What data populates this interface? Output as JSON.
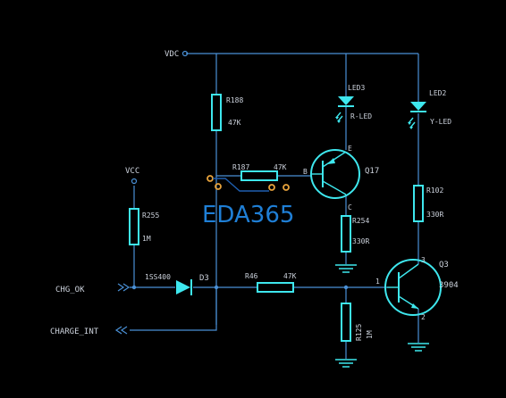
{
  "nets": {
    "vdc": "VDC",
    "vcc": "VCC",
    "chg_ok": "CHG_OK",
    "charge_int": "CHARGE_INT"
  },
  "components": {
    "r188": {
      "ref": "R188",
      "value": "47K"
    },
    "r187": {
      "ref": "R187",
      "value": "47K"
    },
    "r255": {
      "ref": "R255",
      "value": "1M"
    },
    "d3": {
      "ref": "D3",
      "part": "1SS400"
    },
    "r46": {
      "ref": "R46",
      "value": "47K"
    },
    "r125": {
      "ref": "R125",
      "value": "1M"
    },
    "led3": {
      "ref": "LED3",
      "value": "R-LED"
    },
    "led2": {
      "ref": "LED2",
      "value": "Y-LED"
    },
    "q17": {
      "ref": "Q17",
      "pin_b": "B",
      "pin_e": "E",
      "pin_c": "C"
    },
    "r254": {
      "ref": "R254",
      "value": "330R"
    },
    "r102": {
      "ref": "R102",
      "value": "330R"
    },
    "q3": {
      "ref": "Q3",
      "part": "3904",
      "pin1": "1",
      "pin2": "2",
      "pin3": "3"
    }
  },
  "watermark": "EDA365",
  "colors": {
    "background": "#000000",
    "wire": "#4a90d6",
    "component": "#3ee7ee",
    "label": "#ccd2dc",
    "watermark": "#1f7fd6",
    "pad": "#e8a33c"
  }
}
